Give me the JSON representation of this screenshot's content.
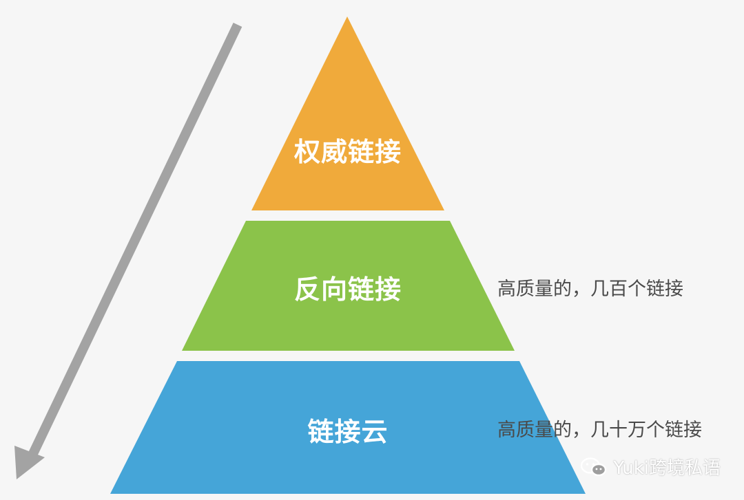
{
  "pyramid": {
    "tiers": [
      {
        "label": "权威链接",
        "color": "#f0aa3b"
      },
      {
        "label": "反向链接",
        "color": "#8bc34a"
      },
      {
        "label": "链接云",
        "color": "#45a5d8"
      }
    ],
    "notes": {
      "middle": "高质量的，几百个链接",
      "bottom": "高质量的，几十万个链接"
    }
  },
  "arrow": {
    "color": "#a3a3a3"
  },
  "watermark": {
    "text": "Yuki跨境私语",
    "icon": "wechat-icon"
  }
}
